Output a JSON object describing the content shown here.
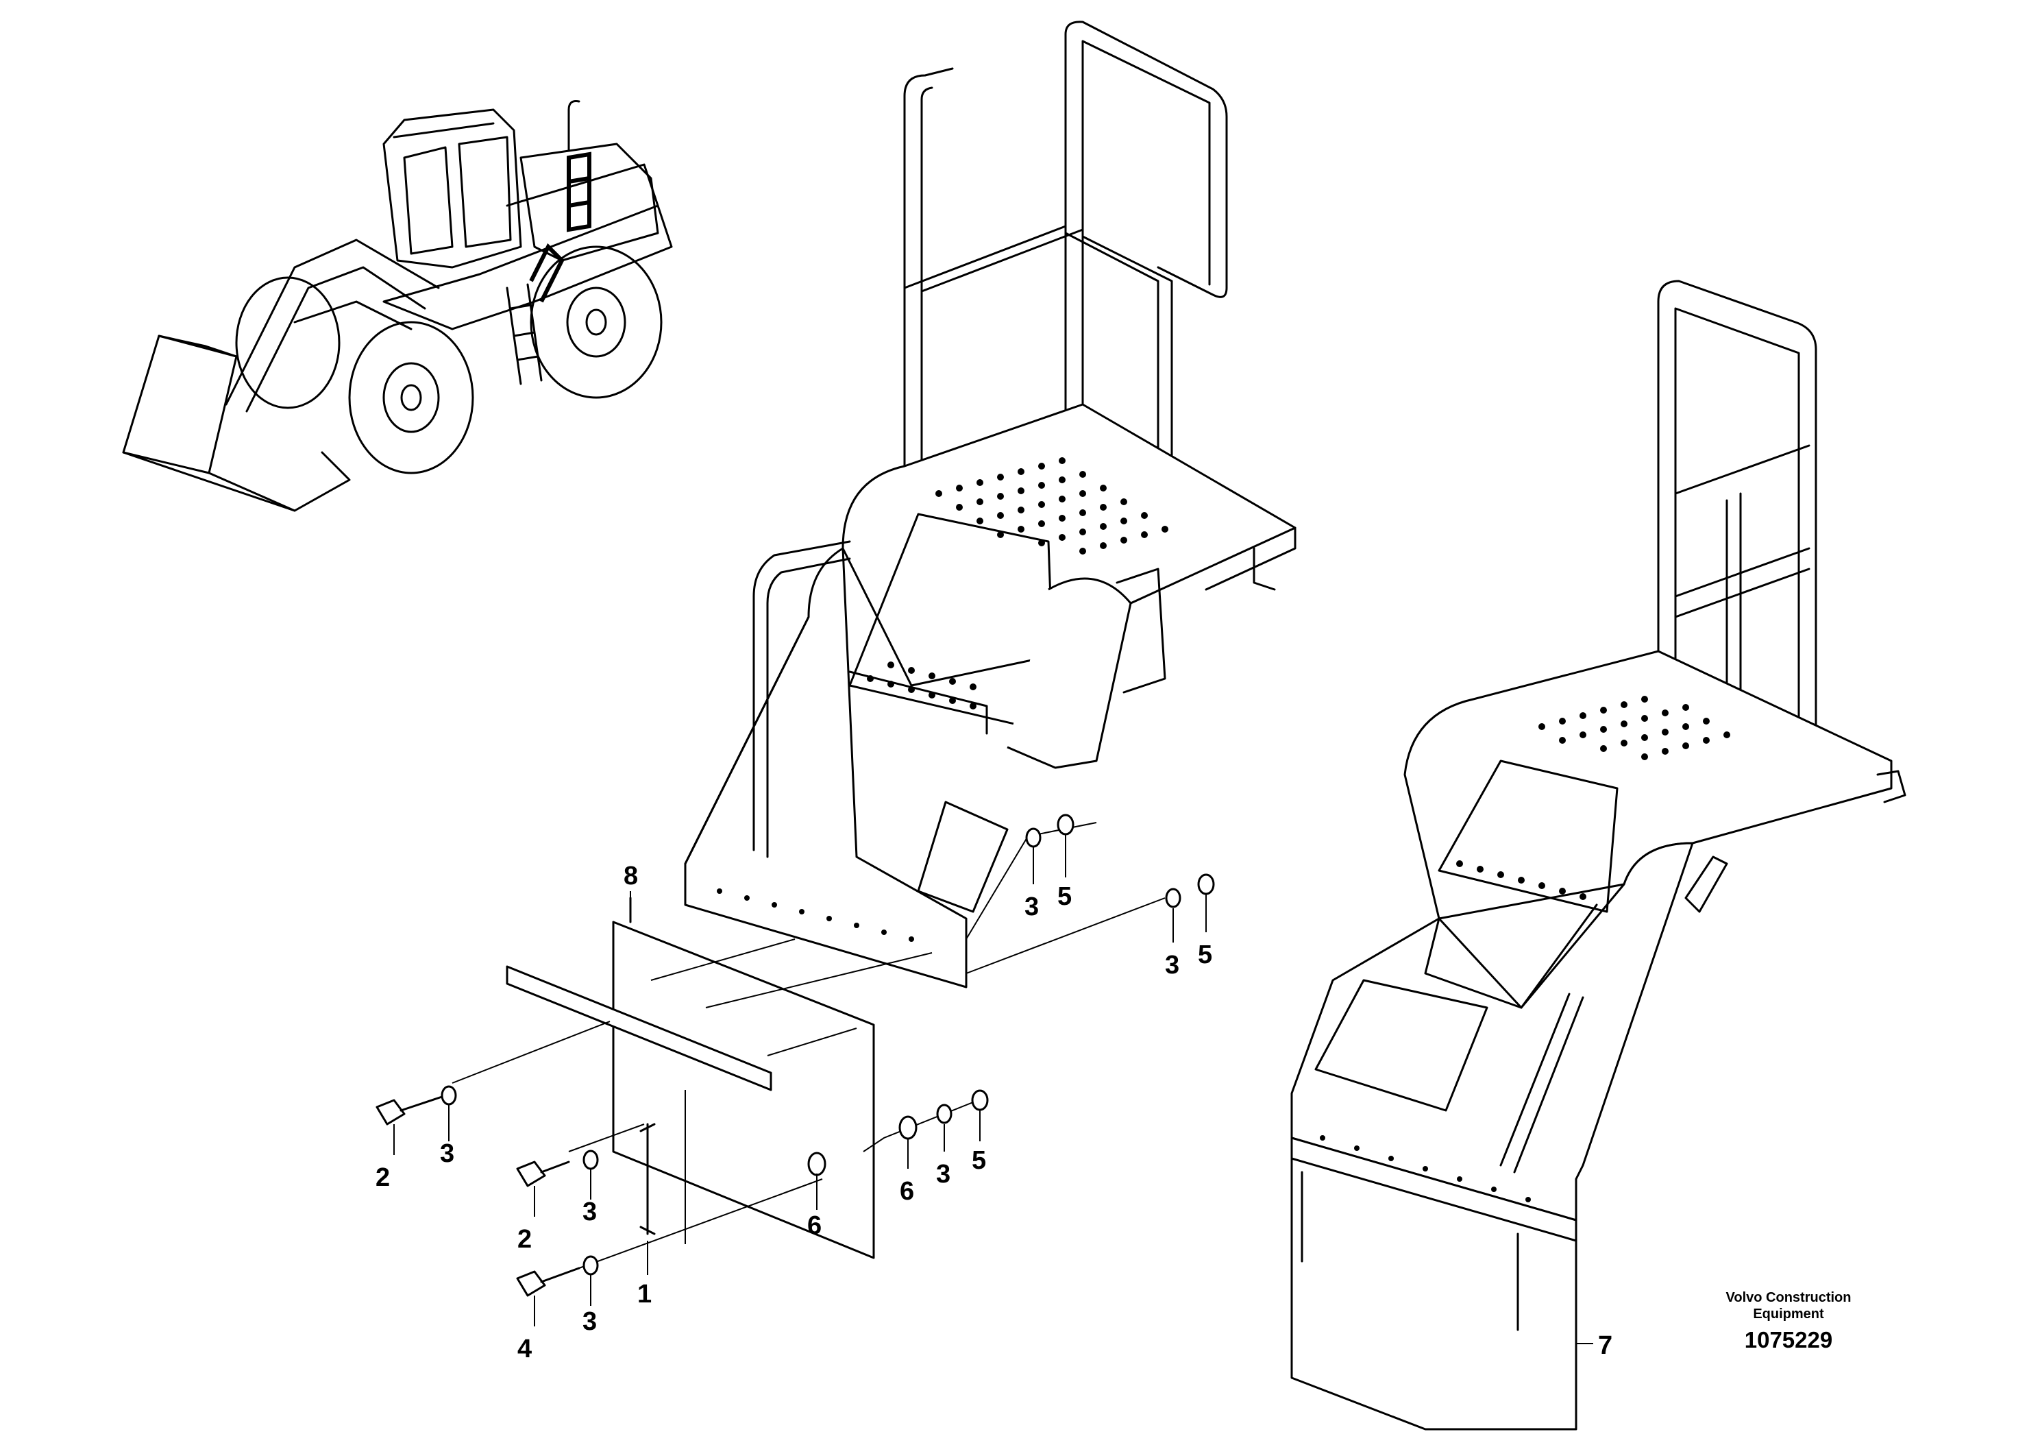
{
  "callouts": [
    {
      "id": "c-8",
      "text": "8"
    },
    {
      "id": "c-3a",
      "text": "3"
    },
    {
      "id": "c-5a",
      "text": "5"
    },
    {
      "id": "c-3b",
      "text": "3"
    },
    {
      "id": "c-5b",
      "text": "5"
    },
    {
      "id": "c-2a",
      "text": "2"
    },
    {
      "id": "c-3c",
      "text": "3"
    },
    {
      "id": "c-6a",
      "text": "6"
    },
    {
      "id": "c-3d",
      "text": "3"
    },
    {
      "id": "c-5c",
      "text": "5"
    },
    {
      "id": "c-3e",
      "text": "3"
    },
    {
      "id": "c-2b",
      "text": "2"
    },
    {
      "id": "c-6b",
      "text": "6"
    },
    {
      "id": "c-1",
      "text": "1"
    },
    {
      "id": "c-3f",
      "text": "3"
    },
    {
      "id": "c-4",
      "text": "4"
    },
    {
      "id": "c-7",
      "text": "7"
    }
  ],
  "brand": {
    "line1": "Volvo Construction",
    "line2": "Equipment"
  },
  "drawing_number": "1075229"
}
